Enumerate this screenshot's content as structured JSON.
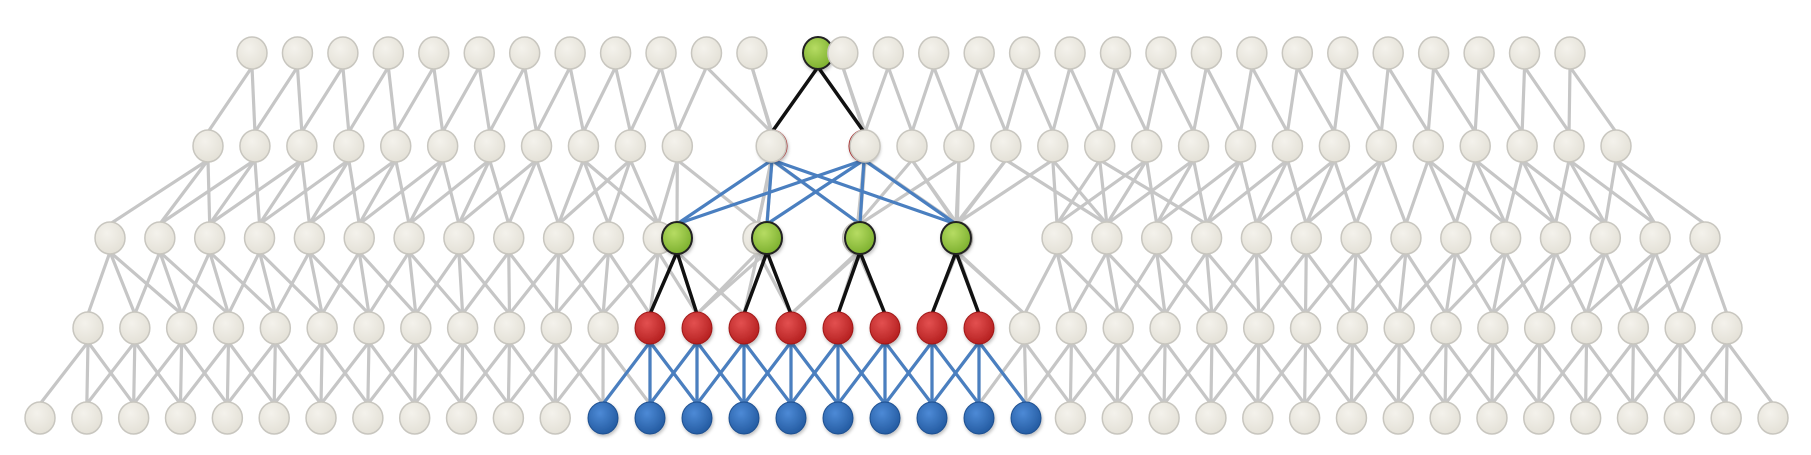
{
  "diagram": {
    "description_free": true,
    "colors": {
      "inactive_node_fill": "#ece9df",
      "inactive_node_stroke": "#c8c6bf",
      "inactive_edge": "#c6c6c6",
      "highlight_green": "#8cc03a",
      "highlight_red": "#cc2a2a",
      "highlight_blue": "#2e6fbe",
      "black_edge": "#111111",
      "blue_edge": "#4a7fc0",
      "node_outline_dark": "#222222"
    },
    "layers": [
      {
        "id": "layer-0",
        "count": 30,
        "highlight": {
          "index_start": 12,
          "color": "green",
          "count": 1
        }
      },
      {
        "id": "layer-1",
        "count": 31,
        "highlight": {
          "index_start": 11,
          "color": "red",
          "count": 2,
          "gap": 1
        }
      },
      {
        "id": "layer-2",
        "count": 33,
        "highlight": {
          "index_start": 12,
          "color": "green",
          "count": 4,
          "gap": 1
        }
      },
      {
        "id": "layer-3",
        "count": 36,
        "highlight": {
          "index_start": 12,
          "color": "red",
          "count": 8
        }
      },
      {
        "id": "layer-4",
        "count": 38,
        "highlight": {
          "index_start": 12,
          "color": "blue",
          "count": 10
        }
      }
    ]
  }
}
